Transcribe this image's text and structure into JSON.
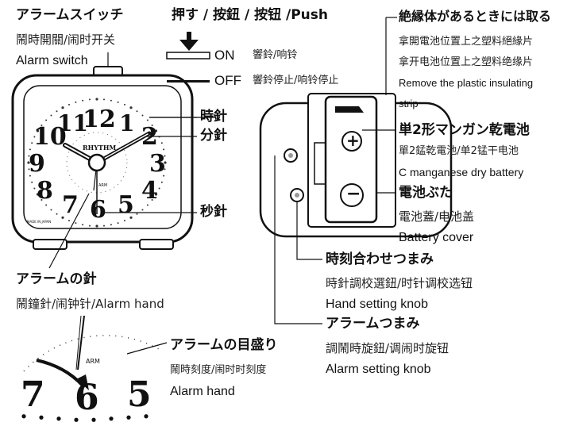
{
  "alarm_switch": {
    "title_ja": "アラームスイッチ",
    "title_zh": "鬧時開關/闹时开关",
    "title_en": "Alarm switch"
  },
  "push": {
    "label": "押す / 按鈕 / 按钮 /Push",
    "on": "ON",
    "on_desc": "響鈴/响铃",
    "off": "OFF",
    "off_desc": "響鈴停止/响铃停止"
  },
  "clock": {
    "brand": "RHYTHM",
    "numbers": [
      "12",
      "1",
      "2",
      "3",
      "4",
      "5",
      "6",
      "7",
      "8",
      "9",
      "10",
      "11"
    ],
    "alarm_mark": "ARM",
    "made_in": "MADE IN JAPAN"
  },
  "hands": {
    "hour": "時針",
    "minute": "分針",
    "second": "秒針"
  },
  "alarm_hand": {
    "title_ja": "アラームの針",
    "title_multi": "鬧鐘針/闹钟针/Alarm hand"
  },
  "alarm_scale": {
    "title_ja": "アラームの目盛り",
    "title_zh": "鬧時刻度/闹时时刻度",
    "title_en": "Alarm hand"
  },
  "insulation": {
    "title_ja": "絶縁体があるときには取る",
    "line_zh_t": "拿開電池位置上之塑料絕緣片",
    "line_zh_s": "拿开电池位置上之塑料绝缘片",
    "line_en_1": "Remove the plastic insulating",
    "line_en_2": "strip"
  },
  "battery": {
    "title_ja": "単2形マンガン乾電池",
    "title_zh": "單2錳乾電池/单2锰干电池",
    "title_en": "C manganese dry battery",
    "plus": "+",
    "minus": "−"
  },
  "cover": {
    "title_ja": "電池ぶた",
    "title_zh": "電池蓋/电池盖",
    "title_en": "Battery cover"
  },
  "hand_knob": {
    "title_ja": "時刻合わせつまみ",
    "title_zh": "時針調校選鈕/时针调校选钮",
    "title_en": "Hand setting knob"
  },
  "alarm_knob": {
    "title_ja": "アラームつまみ",
    "title_zh": "調鬧時旋鈕/调闹时旋钮",
    "title_en": "Alarm setting knob"
  },
  "detail": {
    "numbers": [
      "7",
      "6",
      "5"
    ],
    "alarm_mark": "ARM"
  }
}
